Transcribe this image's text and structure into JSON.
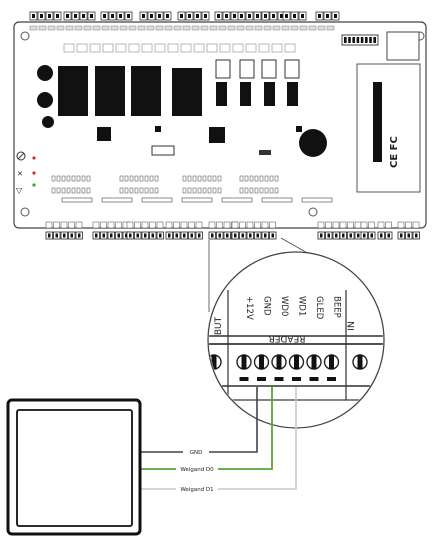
{
  "board": {
    "compliance_mark": "CE FC"
  },
  "zoom": {
    "group_left_label": "BUT",
    "group_right_label": "IN",
    "group_label": "READER",
    "pins": [
      "+12V",
      "GND",
      "WD0",
      "WD1",
      "GLED",
      "BEEP"
    ]
  },
  "wires": {
    "gnd": "GND",
    "wiegand_d0": "Weigand D0",
    "wiegand_d1": "Weigand D1"
  },
  "colors": {
    "wire_gnd": "#444444",
    "wire_d0": "#55a832",
    "wire_d1": "#c8c8c8"
  }
}
